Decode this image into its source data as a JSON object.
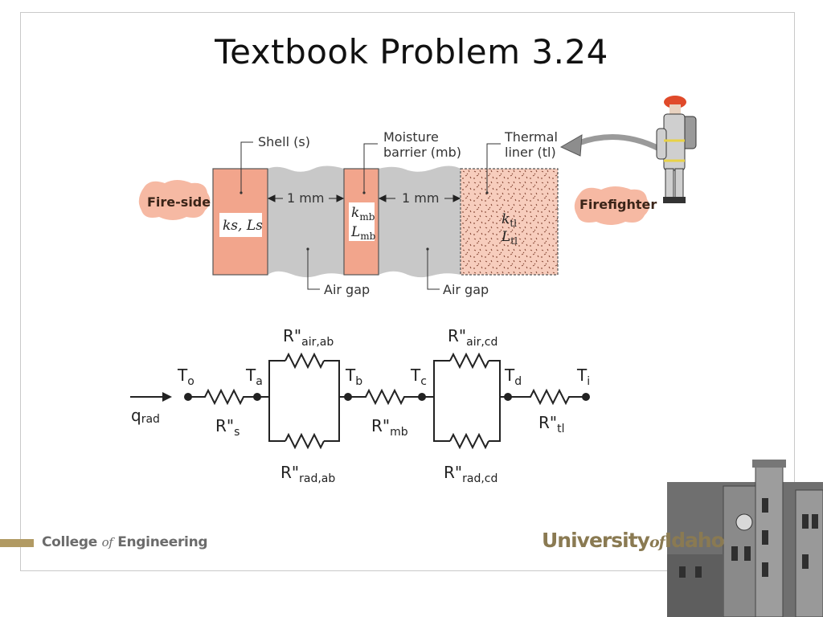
{
  "slide": {
    "title": "Textbook Problem 3.24"
  },
  "diagram": {
    "fire_side": "Fire-side",
    "firefighter": "Firefighter",
    "shell_label": "Shell (s)",
    "moisture_label_1": "Moisture",
    "moisture_label_2": "barrier (mb)",
    "thermal_label_1": "Thermal",
    "thermal_label_2": "liner (tl)",
    "gap1": "1 mm",
    "gap2": "1 mm",
    "air_gap_1": "Air gap",
    "air_gap_2": "Air gap",
    "ks_ls": "ks, Ls",
    "k_mb": "k",
    "k_mb_sub": "mb",
    "l_mb": "L",
    "l_mb_sub": "mb",
    "k_tl": "k",
    "k_tl_sub": "tl",
    "l_tl": "L",
    "l_tl_sub": "tl"
  },
  "circuit": {
    "To": "T",
    "To_sub": "o",
    "Ta": "T",
    "Ta_sub": "a",
    "Tb": "T",
    "Tb_sub": "b",
    "Tc": "T",
    "Tc_sub": "c",
    "Td": "T",
    "Td_sub": "d",
    "Ti": "T",
    "Ti_sub": "i",
    "q_rad": "q",
    "q_rad_sub": "rad",
    "R_s": "R\"",
    "R_s_sub": "s",
    "R_air_ab": "R\"",
    "R_air_ab_sub": "air,ab",
    "R_rad_ab": "R\"",
    "R_rad_ab_sub": "rad,ab",
    "R_mb": "R\"",
    "R_mb_sub": "mb",
    "R_air_cd": "R\"",
    "R_air_cd_sub": "air,cd",
    "R_rad_cd": "R\"",
    "R_rad_cd_sub": "rad,cd",
    "R_tl": "R\"",
    "R_tl_sub": "tl"
  },
  "footer": {
    "college_pre": "College",
    "college_of": "of",
    "college_post": "Engineering",
    "univ_pre": "University",
    "univ_of": "of",
    "univ_post": "Idaho"
  },
  "colors": {
    "shell": "#f2a58c",
    "air_gap": "#c8c8c8",
    "liner": "#f7cdbd",
    "brand_gold": "#b19a63"
  }
}
